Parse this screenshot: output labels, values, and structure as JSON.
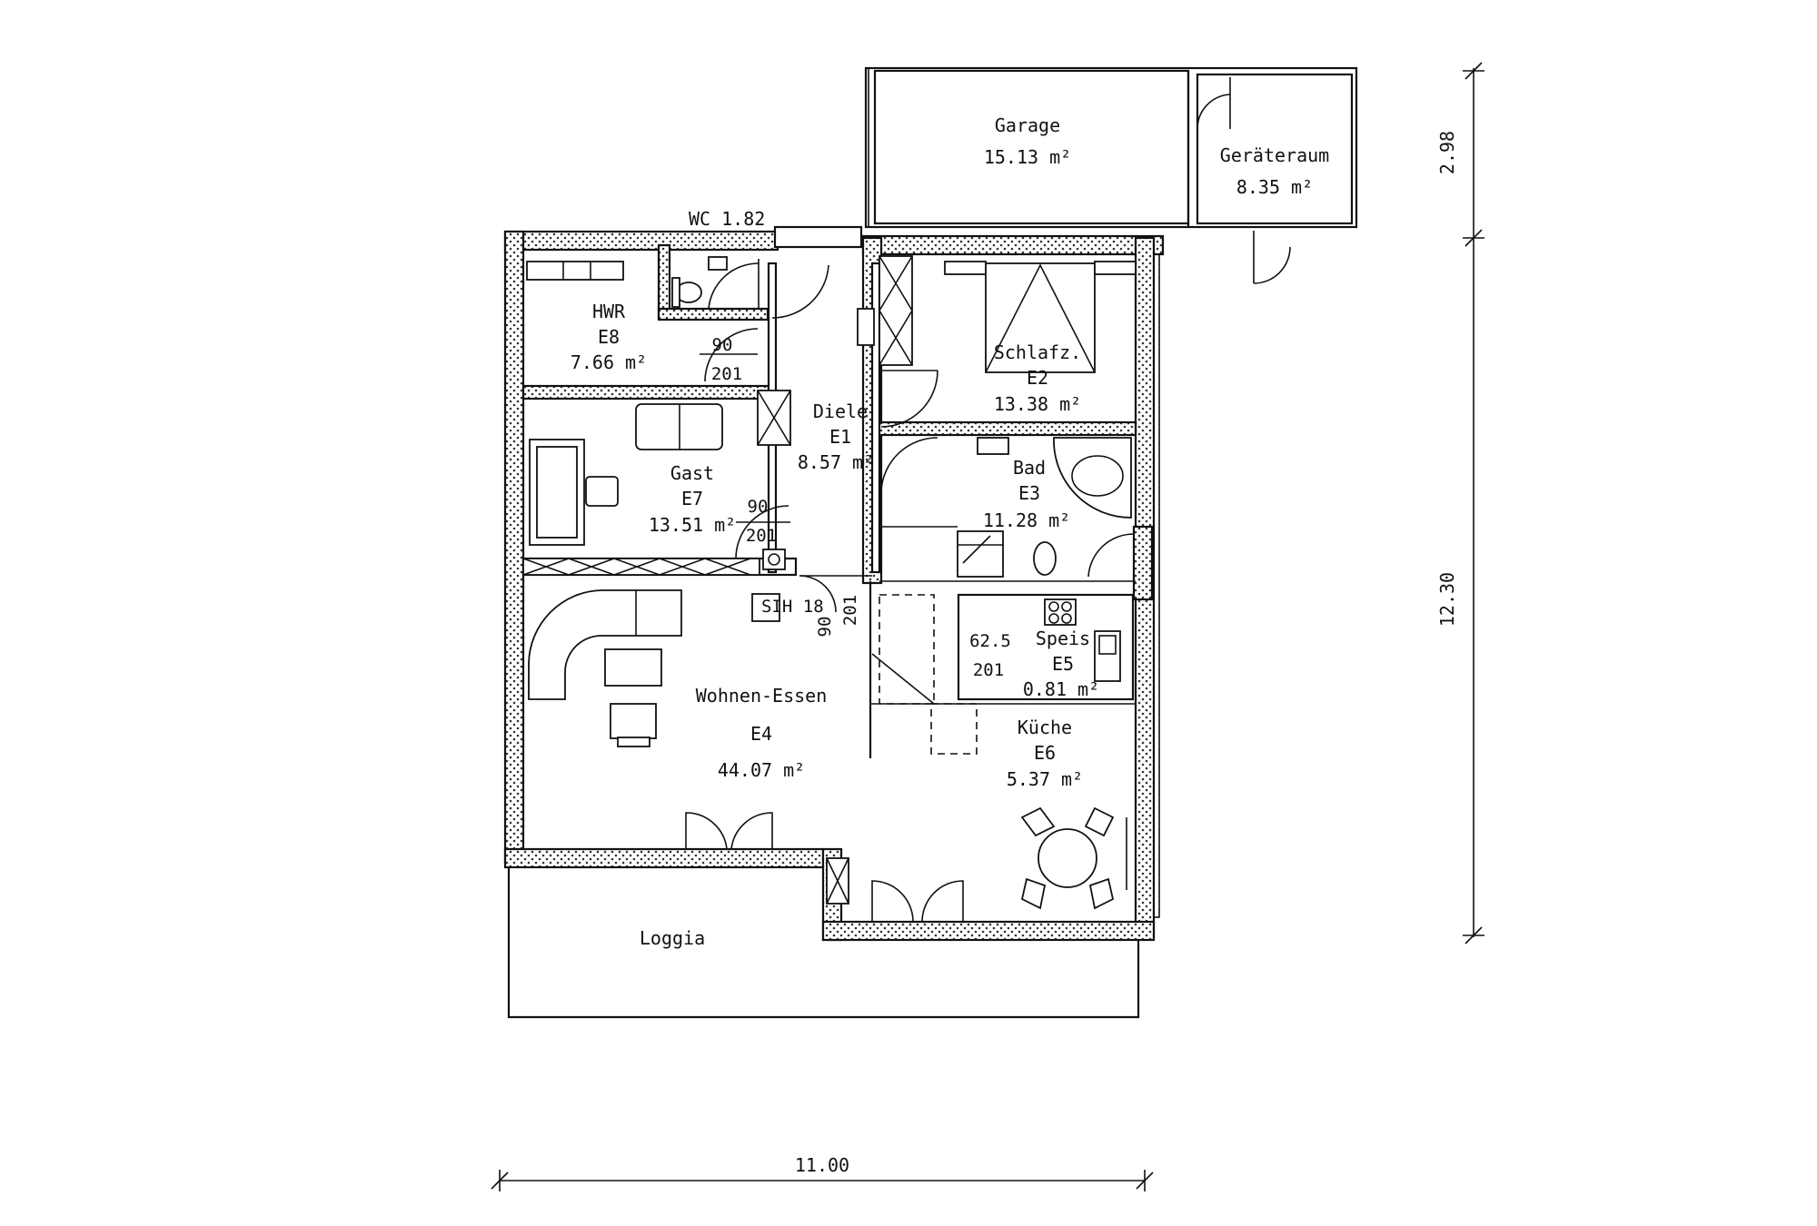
{
  "rooms": {
    "garage": {
      "name": "Garage",
      "area": "15.13 m²"
    },
    "geraeteraum": {
      "name": "Geräteraum",
      "area": "8.35 m²"
    },
    "wc": {
      "label": "WC 1.82"
    },
    "hwr": {
      "name": "HWR",
      "code": "E8",
      "area": "7.66 m²"
    },
    "schlafz": {
      "name": "Schlafz.",
      "code": "E2",
      "area": "13.38 m²"
    },
    "diele": {
      "name": "Diele",
      "code": "E1",
      "area": "8.57 m²"
    },
    "gast": {
      "name": "Gast",
      "code": "E7",
      "area": "13.51 m²"
    },
    "bad": {
      "name": "Bad",
      "code": "E3",
      "area": "11.28 m²"
    },
    "speis": {
      "name": "Speis",
      "code": "E5",
      "area": "0.81 m²"
    },
    "wohnen": {
      "name": "Wohnen-Essen",
      "code": "E4",
      "area": "44.07 m²"
    },
    "kueche": {
      "name": "Küche",
      "code": "E6",
      "area": "5.37 m²"
    },
    "loggia": {
      "name": "Loggia"
    }
  },
  "door_marks": {
    "hwr_width": "90",
    "hwr_height": "201",
    "gast_width": "90",
    "gast_height": "201",
    "diele_width": "90",
    "diele_height": "201",
    "speis_width": "62.5",
    "speis_height": "201"
  },
  "stair": {
    "label": "SIH 18"
  },
  "dimensions": {
    "width_total": "11.00",
    "depth_main": "12.30",
    "depth_garage": "2.98"
  },
  "colors": {
    "line": "#111111",
    "background": "#ffffff"
  }
}
